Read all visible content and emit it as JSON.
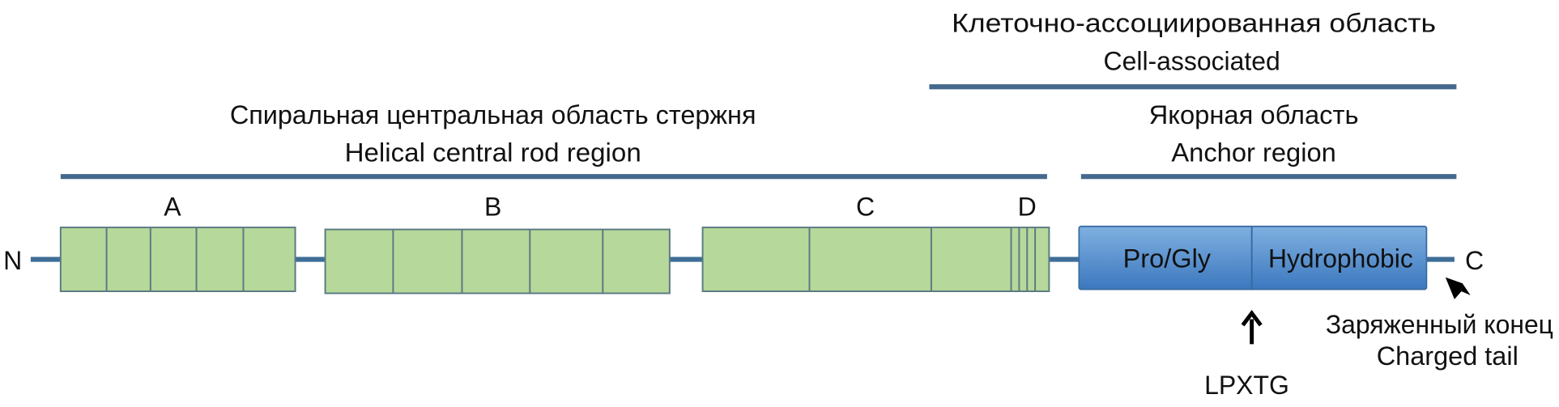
{
  "cell_associated": {
    "ru": "Клеточно-ассоциированная область",
    "en": "Cell-associated"
  },
  "helical": {
    "ru": "Спиральная центральная область стержня",
    "en": "Helical central rod region"
  },
  "anchor": {
    "ru": "Якорная область",
    "en": "Anchor region"
  },
  "segments": {
    "a": "A",
    "b": "B",
    "c": "C",
    "d": "D"
  },
  "termini": {
    "n": "N",
    "c": "C"
  },
  "anchor_domains": {
    "pro_gly": "Pro/Gly",
    "hydrophobic": "Hydrophobic"
  },
  "motif": "LPXTG",
  "charged_tail": {
    "ru": "Заряженный конец",
    "en": "Charged tail"
  },
  "colors": {
    "repeat_fill": "#b6d89a",
    "anchor_fill": "#4a86c8",
    "line": "#44698d"
  }
}
